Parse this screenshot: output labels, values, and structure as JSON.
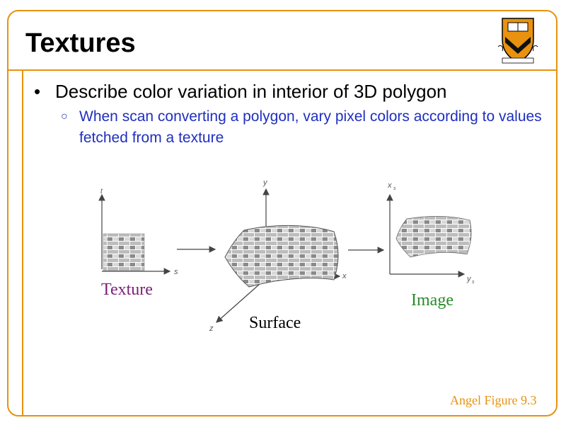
{
  "slide": {
    "title": "Textures",
    "bullets": [
      {
        "text": "Describe color variation in interior of 3D polygon"
      },
      {
        "text": "When scan converting a polygon, vary pixel colors according to values fetched from a texture"
      }
    ],
    "bullet_glyph": "•",
    "sub_bullet_glyph": "○"
  },
  "figure": {
    "texture_label": "Texture",
    "surface_label": "Surface",
    "image_label": "Image",
    "axis_t": "t",
    "axis_s": "s",
    "axis_x": "x",
    "axis_y": "y",
    "axis_z": "z",
    "axis_xs": "x",
    "axis_ys": "y",
    "axis_sub": "s",
    "colors": {
      "texture_label": "#7a1f7a",
      "surface_label": "#000000",
      "image_label": "#2a8a2a"
    }
  },
  "credit": "Angel Figure 9.3",
  "theme": {
    "accent": "#e8920f",
    "sub_text": "#1f2fbf",
    "shield": "#e8920f"
  }
}
